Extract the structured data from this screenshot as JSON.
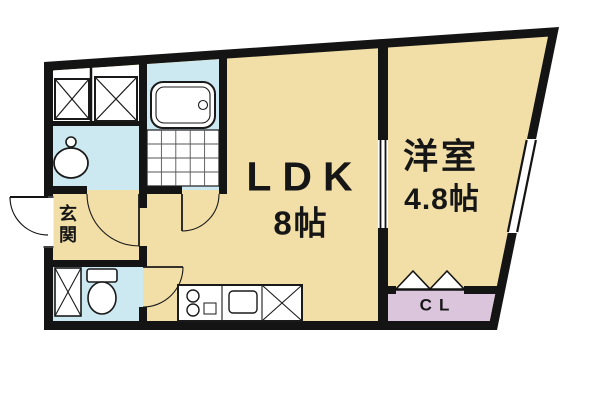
{
  "rooms": {
    "ldk": {
      "label": "LDK",
      "size": "8帖"
    },
    "western": {
      "label": "洋室",
      "size": "4.8帖"
    },
    "entrance": {
      "label": "玄関"
    },
    "closet": {
      "label": "CL"
    }
  },
  "colors": {
    "wall": "#141414",
    "floor": "#f2dfa8",
    "wet_area": "#cce9f2",
    "closet": "#dbc5dd",
    "background": "#ffffff"
  },
  "fixtures": [
    "bathtub",
    "bath-tiles",
    "washbasin",
    "washing-machine-pan",
    "storage-pan",
    "toilet",
    "shoe-cabinet",
    "kitchen-counter",
    "stove-burners",
    "kitchen-sink",
    "refrigerator-space",
    "entrance-door",
    "interior-doors",
    "sliding-door",
    "window",
    "closet-folding-doors"
  ]
}
